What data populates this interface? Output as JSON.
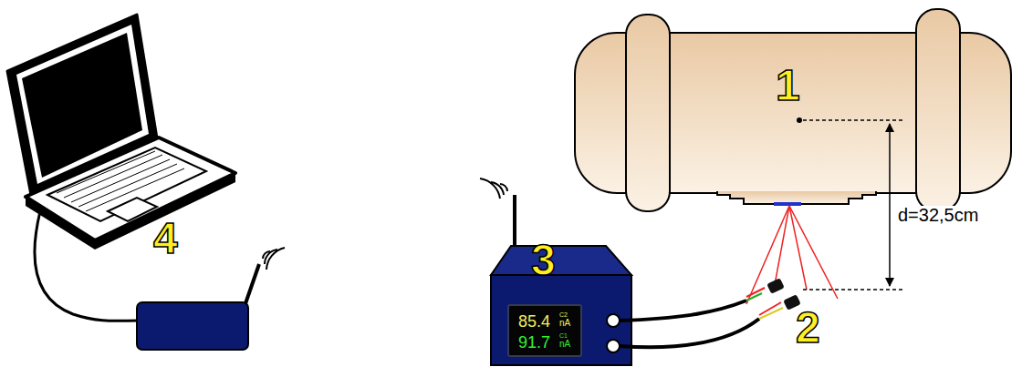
{
  "diagram": {
    "nodes": [
      {
        "text": [
          "85.4",
          "C2",
          "nA",
          "91.7",
          "C1",
          "nA"
        ]
      }
    ],
    "labels": [
      "1",
      "2",
      "3",
      "4",
      "d=32,5cm"
    ]
  }
}
